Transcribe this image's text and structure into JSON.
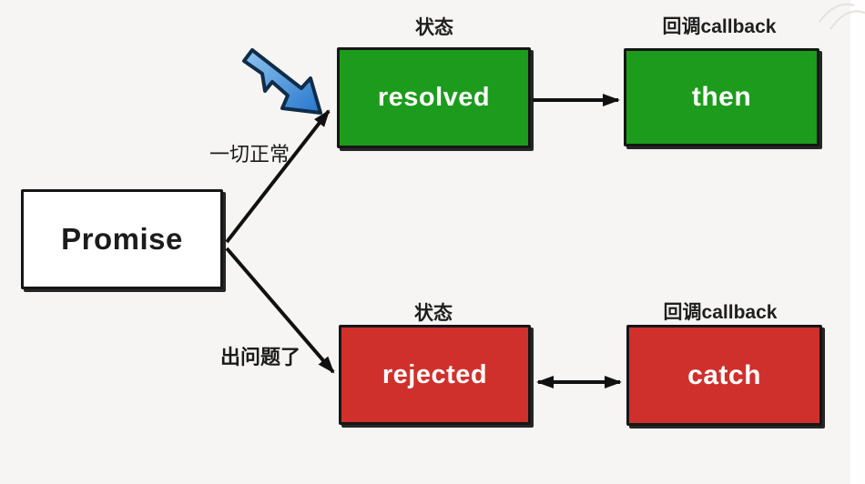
{
  "colors": {
    "green": "#1d9b1d",
    "red": "#d0302c",
    "blue-light": "#8fc4ee",
    "blue-dark": "#2676cd",
    "blue-outline": "#102c47",
    "line": "#111111",
    "box-border": "#161616",
    "bg": "#f6f5f3"
  },
  "diagram": {
    "promise": {
      "label": "Promise"
    },
    "headers": {
      "state_top": "状态",
      "callback_top": "回调callback",
      "state_bottom": "状态",
      "callback_bottom": "回调callback"
    },
    "branches": [
      {
        "condition": "一切正常",
        "state": "resolved",
        "callback": "then",
        "arrow": "single"
      },
      {
        "condition": "出问题了",
        "state": "rejected",
        "callback": "catch",
        "arrow": "double"
      }
    ],
    "icons": {
      "pointer": "blue-pointer-arrow"
    }
  }
}
